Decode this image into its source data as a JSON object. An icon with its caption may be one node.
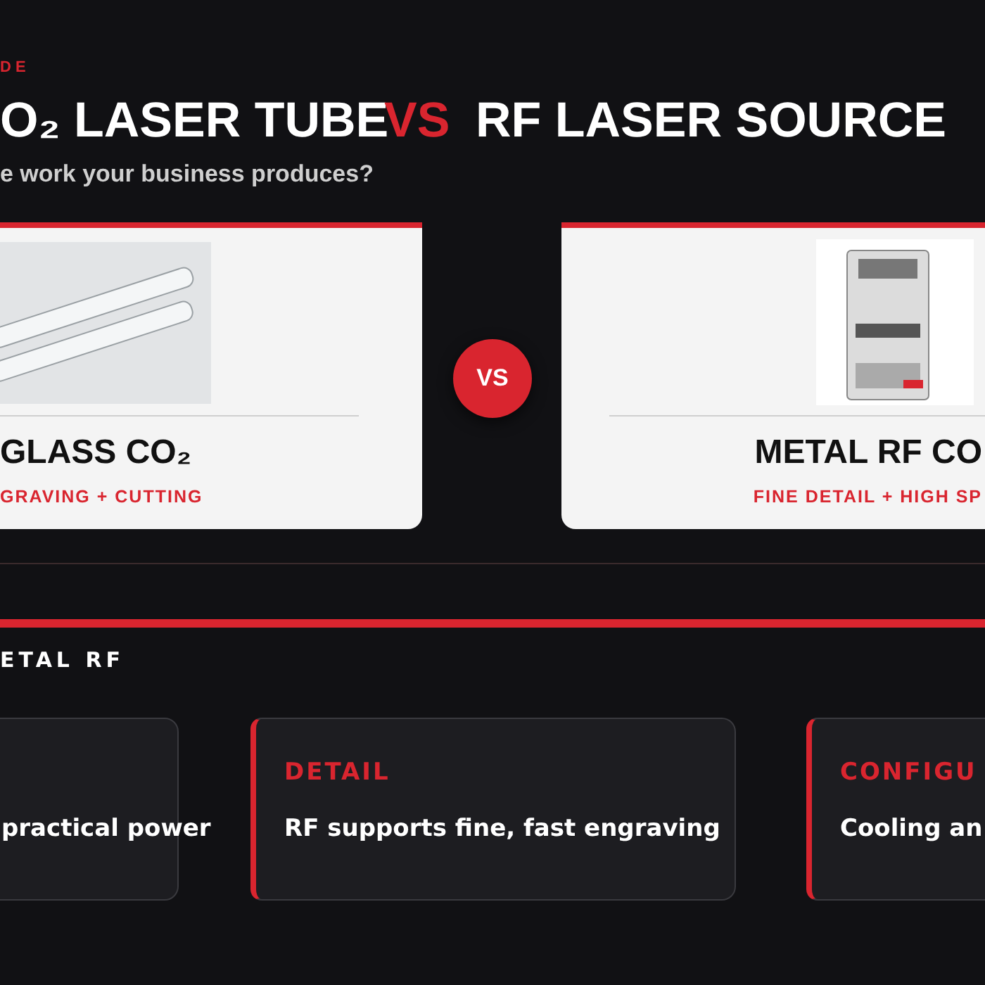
{
  "diagram": {
    "nodes": [
      {
        "text": [
          "GLASS CO₂",
          "GRAVING + CUTTING"
        ]
      },
      {
        "text": [],
        "shape": "picture",
        "in": 0
      },
      {
        "text": [
          "VS"
        ]
      },
      {
        "text": [
          "METAL RF CO",
          "FINE DETAIL + HIGH SP"
        ]
      },
      {
        "text": [],
        "shape": "picture",
        "in": 3
      },
      {
        "text": [
          "practical power"
        ]
      },
      {
        "text": [
          "DETAIL",
          "RF supports fine, fast engraving"
        ]
      },
      {
        "text": [
          "CONFIGU",
          "Cooling an"
        ]
      }
    ],
    "labels": [
      "DE",
      "O₂ LASER TUBE",
      "VS",
      "RF LASER SOURCE",
      "e work your business produces?",
      "ETAL RF"
    ]
  }
}
